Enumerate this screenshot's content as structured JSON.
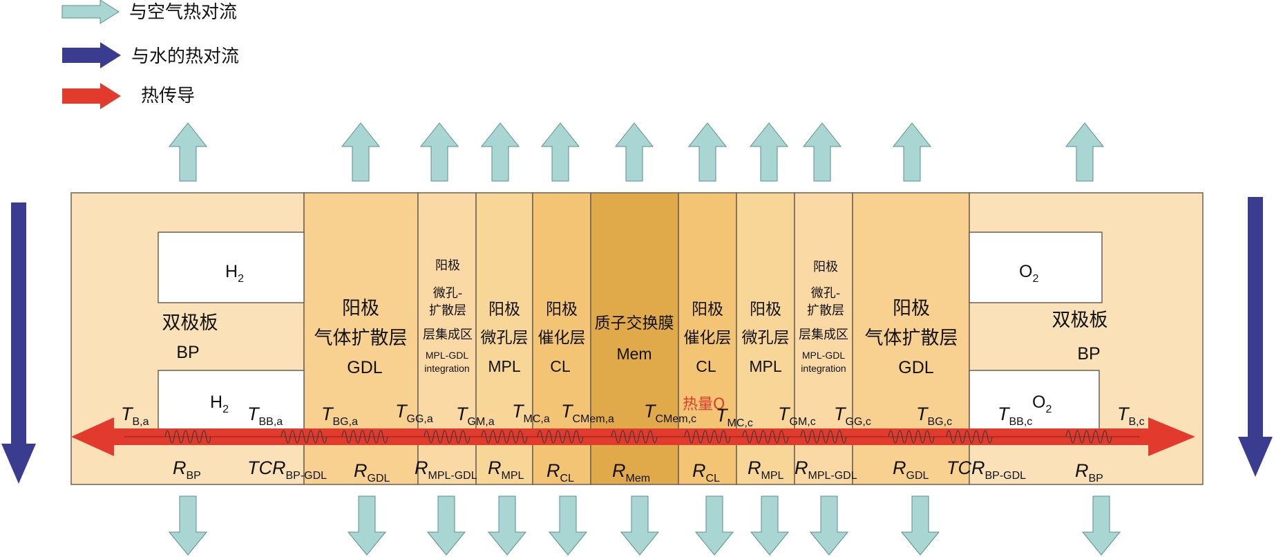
{
  "legend": {
    "air": "与空气热对流",
    "water": "与水的热对流",
    "conduction": "热传导"
  },
  "colors": {
    "air_arrow": "#a9d6d2",
    "air_arrow_stroke": "#5a8f8c",
    "water_arrow": "#3a3d8f",
    "conduction_arrow": "#e23b2e",
    "bp": "#fbe1b7",
    "gdl": "#f8d191",
    "integration": "#fad9a4",
    "mpl": "#f8d698",
    "cl": "#f3c474",
    "mem": "#e0a94a",
    "heat_label": "#e23b2e"
  },
  "gases": {
    "h2": "H",
    "o2": "O",
    "sub": "2"
  },
  "layers": {
    "bp_cn": "双极板",
    "bp_en": "BP",
    "anode": "阳极",
    "gdl_cn": "气体扩散层",
    "gdl_en": "GDL",
    "int_cn1": "微孔-",
    "int_cn2": "扩散层",
    "int_cn3": "层集成区",
    "int_en1": "MPL-GDL",
    "int_en2": "integration",
    "mpl_cn": "微孔层",
    "mpl_en": "MPL",
    "cl_cn": "催化层",
    "cl_en": "CL",
    "mem_cn": "质子交换膜",
    "mem_en": "Mem"
  },
  "heat_label": "热量Q",
  "temperatures": [
    {
      "main": "T",
      "sub": "B,a"
    },
    {
      "main": "T",
      "sub": "BB,a"
    },
    {
      "main": "T",
      "sub": "BG,a"
    },
    {
      "main": "T",
      "sub": "GG,a"
    },
    {
      "main": "T",
      "sub": "GM,a"
    },
    {
      "main": "T",
      "sub": "MC,a"
    },
    {
      "main": "T",
      "sub": "CMem,a"
    },
    {
      "main": "T",
      "sub": "CMem,c"
    },
    {
      "main": "T",
      "sub": "MC,c"
    },
    {
      "main": "T",
      "sub": "GM,c"
    },
    {
      "main": "T",
      "sub": "GG,c"
    },
    {
      "main": "T",
      "sub": "BG,c"
    },
    {
      "main": "T",
      "sub": "BB,c"
    },
    {
      "main": "T",
      "sub": "B,c"
    }
  ],
  "resistances": [
    {
      "main": "R",
      "sub": "BP"
    },
    {
      "main": "TCR",
      "sub": "BP-GDL"
    },
    {
      "main": "R",
      "sub": "GDL"
    },
    {
      "main": "R",
      "sub": "MPL-GDL"
    },
    {
      "main": "R",
      "sub": "MPL"
    },
    {
      "main": "R",
      "sub": "CL"
    },
    {
      "main": "R",
      "sub": "Mem"
    },
    {
      "main": "R",
      "sub": "CL"
    },
    {
      "main": "R",
      "sub": "MPL"
    },
    {
      "main": "R",
      "sub": "MPL-GDL"
    },
    {
      "main": "R",
      "sub": "GDL"
    },
    {
      "main": "TCR",
      "sub": "BP-GDL"
    },
    {
      "main": "R",
      "sub": "BP"
    }
  ]
}
